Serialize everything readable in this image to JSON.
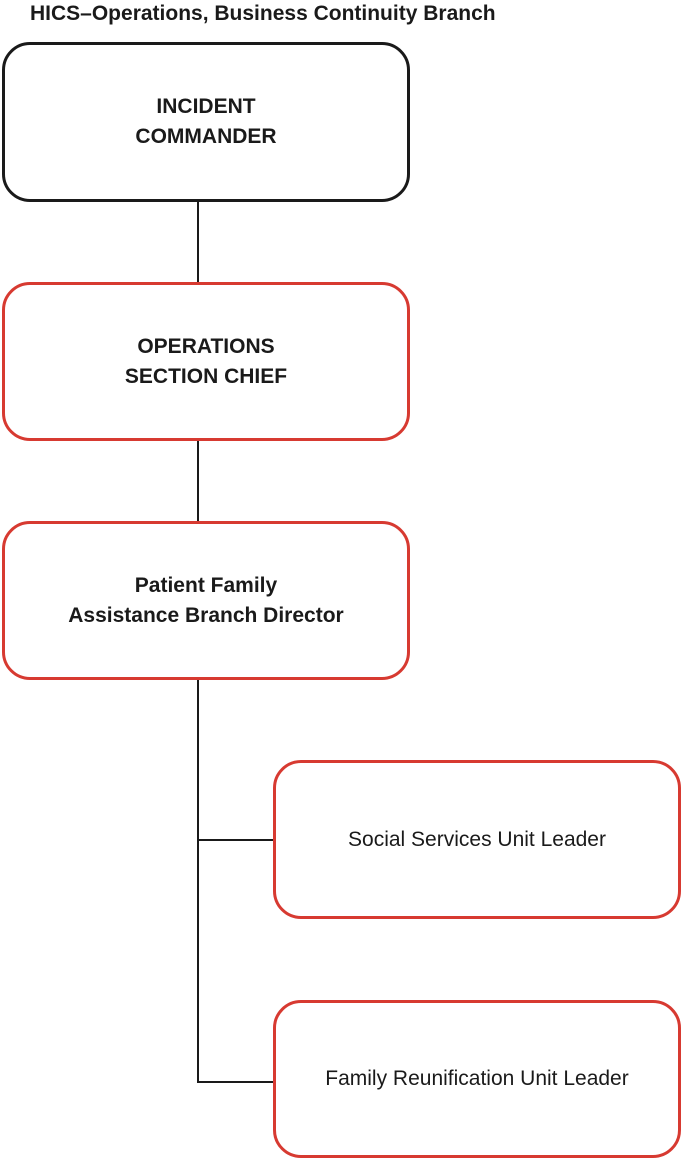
{
  "title": "HICS–Operations, Business Continuity Branch",
  "boxes": {
    "incident_commander": "INCIDENT\nCOMMANDER",
    "operations_section_chief": "OPERATIONS\nSECTION CHIEF",
    "patient_family_assistance": "Patient Family\nAssistance Branch Director",
    "social_services": "Social Services Unit Leader",
    "family_reunification": "Family Reunification Unit Leader"
  },
  "colors": {
    "top_box_border": "#1a1a1a",
    "unit_box_border": "#d73a31",
    "connector": "#1a1a1a"
  }
}
